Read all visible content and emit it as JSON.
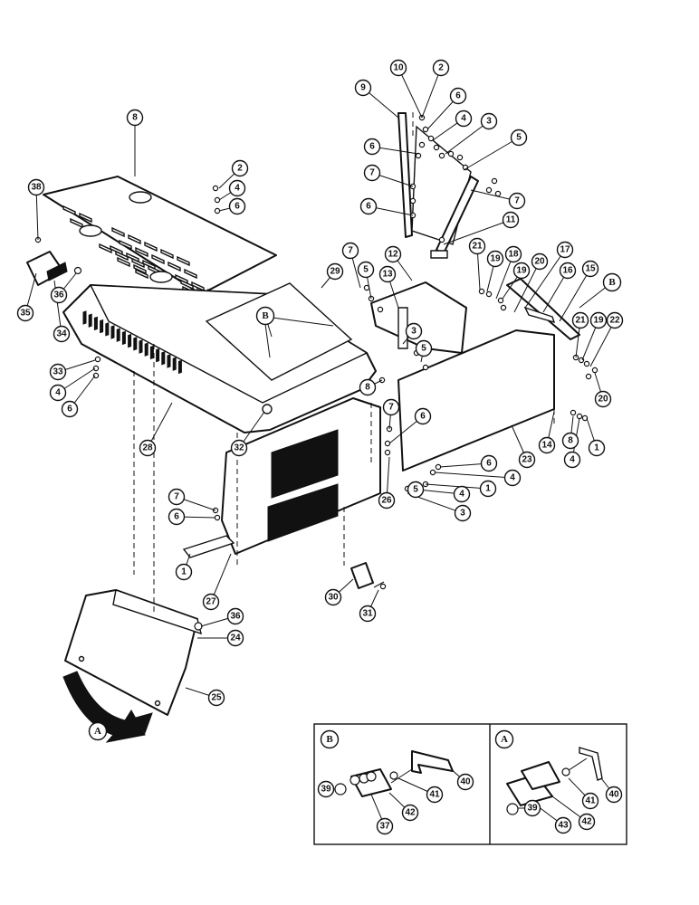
{
  "callouts": {
    "c2a": "2",
    "c10": "10",
    "c9": "9",
    "c6a": "6",
    "c4a": "4",
    "c3a": "3",
    "c5a": "5",
    "c6b": "6",
    "c7a": "7",
    "c6c": "6",
    "c7b": "7",
    "c11": "11",
    "c8top": "8",
    "c2b": "2",
    "c4b": "4",
    "c6d": "6",
    "c38": "38",
    "c35": "35",
    "c36a": "36",
    "c34": "34",
    "c29": "29",
    "c7c": "7",
    "c5b": "5",
    "c12": "12",
    "c13": "13",
    "c3b": "3",
    "c5c": "5",
    "c21a": "21",
    "c19a": "19",
    "c18": "18",
    "c19b": "19",
    "c20a": "20",
    "c17": "17",
    "c16": "16",
    "c15": "15",
    "c21b": "21",
    "c19c": "19",
    "c22": "22",
    "c20b": "20",
    "c33": "33",
    "c4c": "4",
    "c6e": "6",
    "c28": "28",
    "c32": "32",
    "c8b": "8",
    "c7d": "7",
    "c6f": "6",
    "c26": "26",
    "c14": "14",
    "c8c": "8",
    "c1a": "1",
    "c4d": "4",
    "c23": "23",
    "c6g": "6",
    "c4e": "4",
    "c1b": "1",
    "c5d": "5",
    "c4f": "4",
    "c3c": "3",
    "c7e": "7",
    "c6h": "6",
    "c1c": "1",
    "c27": "27",
    "c30": "30",
    "c31": "31",
    "c36b": "36",
    "c24": "24",
    "c25": "25",
    "c39a": "39",
    "c37": "37",
    "c42a": "42",
    "c41a": "41",
    "c40a": "40",
    "c39b": "39",
    "c43": "43",
    "c42b": "42",
    "c41b": "41",
    "c40b": "40"
  },
  "letters": {
    "b_top": "B",
    "b_hood": "B",
    "a_arrow": "A",
    "b_inset": "B",
    "a_inset": "A"
  }
}
